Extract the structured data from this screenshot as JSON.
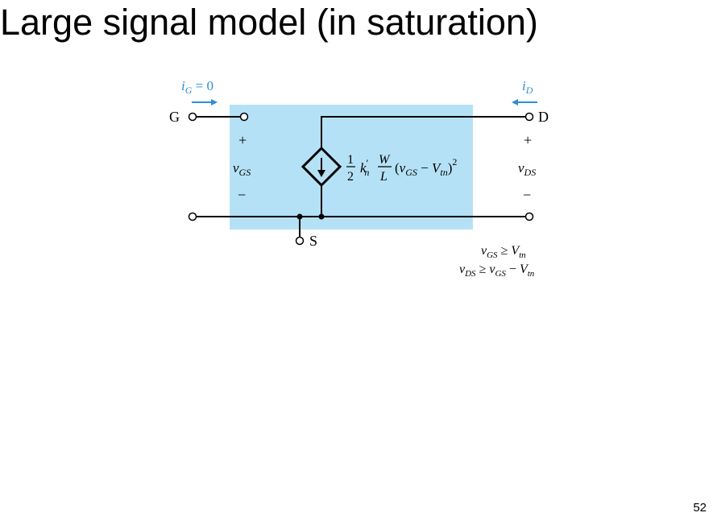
{
  "slide": {
    "title": "Large signal model (in saturation)",
    "page_number": "52"
  },
  "circuit": {
    "colors": {
      "box_fill": "#b5e1f6",
      "annotation_blue": "#2a8fd6",
      "ink": "#000000"
    },
    "gate_label": "G",
    "drain_label": "D",
    "source_label": "S",
    "ig_symbol": "i",
    "ig_subscript": "G",
    "ig_rest": " = 0",
    "id_symbol": "i",
    "id_subscript": "D",
    "plus": "+",
    "minus": "−",
    "vgs_symbol": "v",
    "vgs_subscript": "GS",
    "vds_symbol": "v",
    "vds_subscript": "DS",
    "current_source_icon": "dependent-current-source-icon",
    "equation": {
      "frac_num": "1",
      "frac_den": "2",
      "k": "k",
      "k_prime": "′",
      "k_sub": "n",
      "w": "W",
      "l": "L",
      "paren_open": "(",
      "v": "v",
      "v_sub": "GS",
      "minus": " − ",
      "V": "V",
      "V_sub": "tn",
      "paren_close": ")",
      "exponent": "2"
    },
    "conditions": [
      {
        "lhs": "v",
        "lhs_sub": "GS",
        "op": " ≥ ",
        "rhs": "V",
        "rhs_sub": "tn"
      },
      {
        "lhs": "v",
        "lhs_sub": "DS",
        "op": " ≥ ",
        "rhs": "v",
        "rhs_sub": "GS",
        "rest": " − ",
        "rest_v": "V",
        "rest_sub": "tn"
      }
    ]
  }
}
